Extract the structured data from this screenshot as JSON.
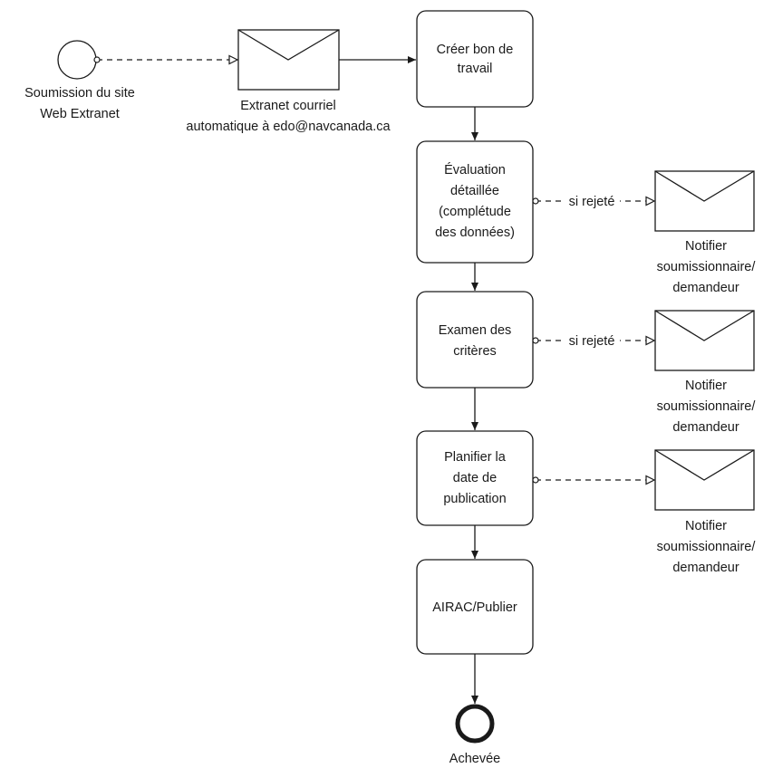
{
  "start_event": {
    "label_lines": [
      "Soumission du site",
      "Web Extranet"
    ]
  },
  "message_email": {
    "label_lines": [
      "Extranet courriel",
      "automatique à edo@navcanada.ca"
    ]
  },
  "tasks": [
    {
      "id": "create",
      "lines": [
        "Créer bon de",
        "travail"
      ]
    },
    {
      "id": "evaluate",
      "lines": [
        "Évaluation",
        "détaillée",
        "(complétude",
        "des données)"
      ]
    },
    {
      "id": "review",
      "lines": [
        "Examen des",
        "critères"
      ]
    },
    {
      "id": "plan",
      "lines": [
        "Planifier la",
        "date de",
        "publication"
      ]
    },
    {
      "id": "publish",
      "prefix": "AIRAC",
      "text": "/Publier"
    }
  ],
  "rejection_label": "si rejeté",
  "notifications": [
    {
      "lines": [
        "Notifier",
        "soumissionnaire/",
        "demandeur"
      ]
    },
    {
      "lines": [
        "Notifier",
        "soumissionnaire/",
        "demandeur"
      ]
    },
    {
      "lines": [
        "Notifier",
        "soumissionnaire/",
        "demandeur"
      ]
    }
  ],
  "end_event": {
    "label": "Achevée"
  }
}
